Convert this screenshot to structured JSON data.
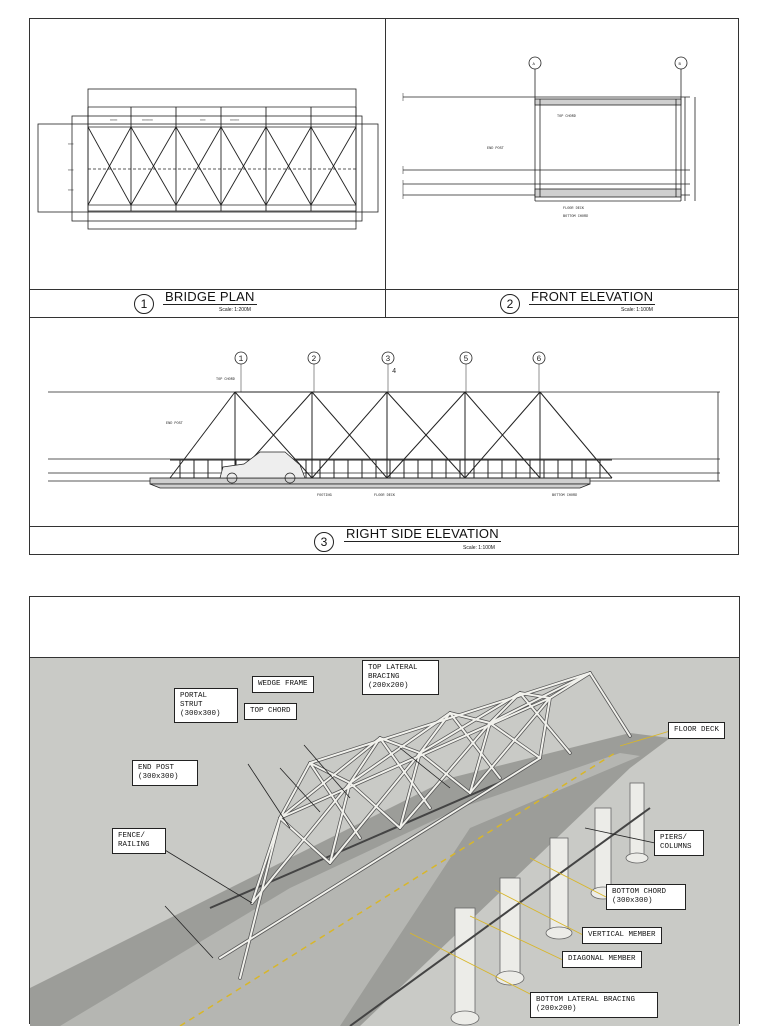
{
  "views": {
    "plan": {
      "number": "1",
      "title": "BRIDGE PLAN",
      "scale": "Scale: 1:200M"
    },
    "front": {
      "number": "2",
      "title": "FRONT ELEVATION",
      "scale": "Scale: 1:100M"
    },
    "side": {
      "number": "3",
      "title": "RIGHT SIDE ELEVATION",
      "scale": "Scale: 1:100M"
    }
  },
  "gridlines_front": [
    "A",
    "B"
  ],
  "gridlines_side": [
    "1",
    "2",
    "3",
    "5",
    "6"
  ],
  "side_sub_marker": "4",
  "front_notes": [
    "TOP CHORD",
    "END POST",
    "FLOOR DECK",
    "BOTTOM CHORD"
  ],
  "side_notes": [
    "TOP CHORD",
    "END POST",
    "FOOTING",
    "FLOOR DECK",
    "BOTTOM CHORD"
  ],
  "callouts": {
    "top_lateral_bracing": "TOP LATERAL\nBRACING\n(200x200)",
    "wedge_frame": "WEDGE FRAME",
    "portal_strut": "PORTAL\nSTRUT\n(300x300)",
    "top_chord": "TOP CHORD",
    "floor_deck": "FLOOR DECK",
    "end_post": "END POST\n(300x300)",
    "fence_railing": "FENCE/\nRAILING",
    "piers_columns": "PIERS/\nCOLUMNS",
    "bottom_chord": "BOTTOM CHORD\n(300x300)",
    "vertical_member": "VERTICAL MEMBER",
    "diagonal_member": "DIAGONAL MEMBER",
    "bottom_lateral_bracing": "BOTTOM LATERAL BRACING\n(200x200)"
  },
  "colors": {
    "render_background": "#c9cac6",
    "steel": "#e9e9e4",
    "leader_yellow": "#d8b62a",
    "line": "#222222"
  }
}
